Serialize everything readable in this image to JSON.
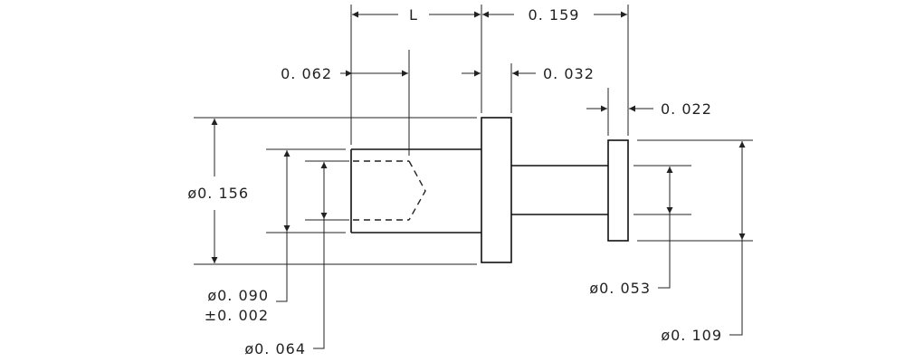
{
  "dimensions": {
    "length": "L",
    "flange_offset": "0. 159",
    "bore_depth": "0. 062",
    "flange_thickness": "0. 032",
    "collar_thickness": "0. 022",
    "flange_diameter": "ø0. 156",
    "body_diameter": "ø0. 090",
    "body_tolerance": "±0. 002",
    "bore_diameter": "ø0. 064",
    "pin_diameter": "ø0. 053",
    "collar_diameter": "ø0. 109"
  },
  "colors": {
    "line": "#222222",
    "background": "#ffffff"
  }
}
